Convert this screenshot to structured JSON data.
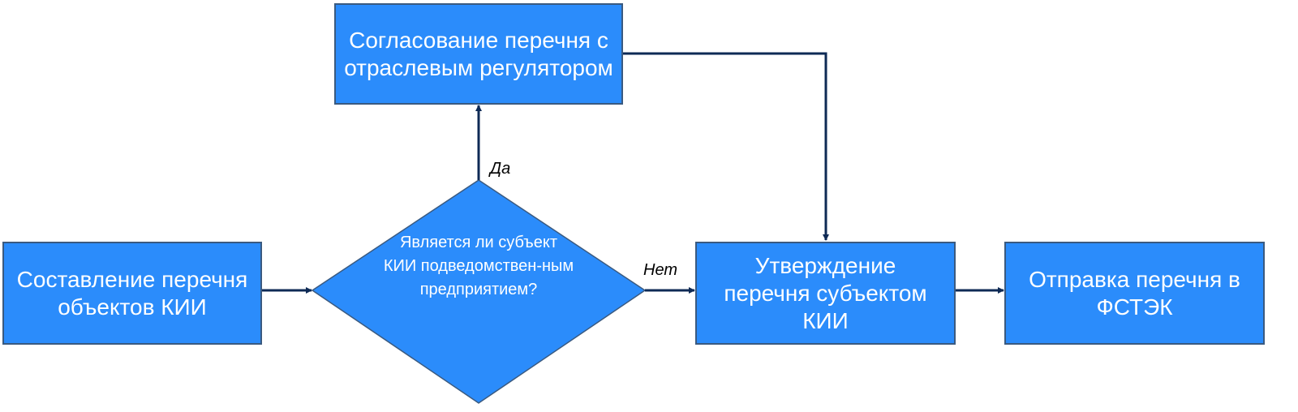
{
  "colors": {
    "box_fill": "#2b8cfb",
    "box_border": "#3a5a80",
    "arrow": "#0e2a55"
  },
  "nodes": {
    "compile": "Составление перечня объектов КИИ",
    "agree": "Согласование перечня с отраслевым регулятором",
    "decision": "Является ли субъект КИИ подведомствен-ным предприятием?",
    "approve": "Утверждение перечня субъектом КИИ",
    "send": "Отправка перечня в ФСТЭК"
  },
  "labels": {
    "yes": "Да",
    "no": "Нет"
  }
}
